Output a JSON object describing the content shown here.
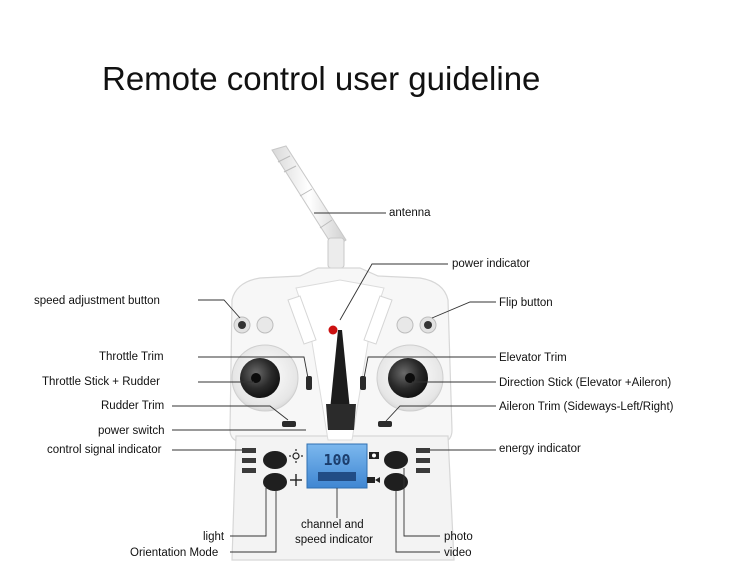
{
  "title": "Remote control user guideline",
  "labels": {
    "antenna": "antenna",
    "power_indicator": "power indicator",
    "speed_adjustment_button": "speed adjustment button",
    "flip_button": "Flip button",
    "throttle_trim": "Throttle Trim",
    "elevator_trim": "Elevator Trim",
    "throttle_stick": "Throttle Stick + Rudder",
    "direction_stick": "Direction Stick (Elevator +Aileron)",
    "rudder_trim": "Rudder Trim",
    "aileron_trim": "Aileron Trim (Sideways-Left/Right)",
    "power_switch": "power switch",
    "control_signal_indicator": "control signal indicator",
    "energy_indicator": "energy indicator",
    "light": "light",
    "orientation_mode": "Orientation Mode",
    "channel_speed_line1": "channel and",
    "channel_speed_line2": "speed indicator",
    "photo": "photo",
    "video": "video"
  },
  "lcd_text": "100",
  "colors": {
    "body": "#f7f7f7",
    "lcd": "#5aa0e0",
    "power_led": "#cc1111",
    "stick": "#2a2a2a"
  }
}
